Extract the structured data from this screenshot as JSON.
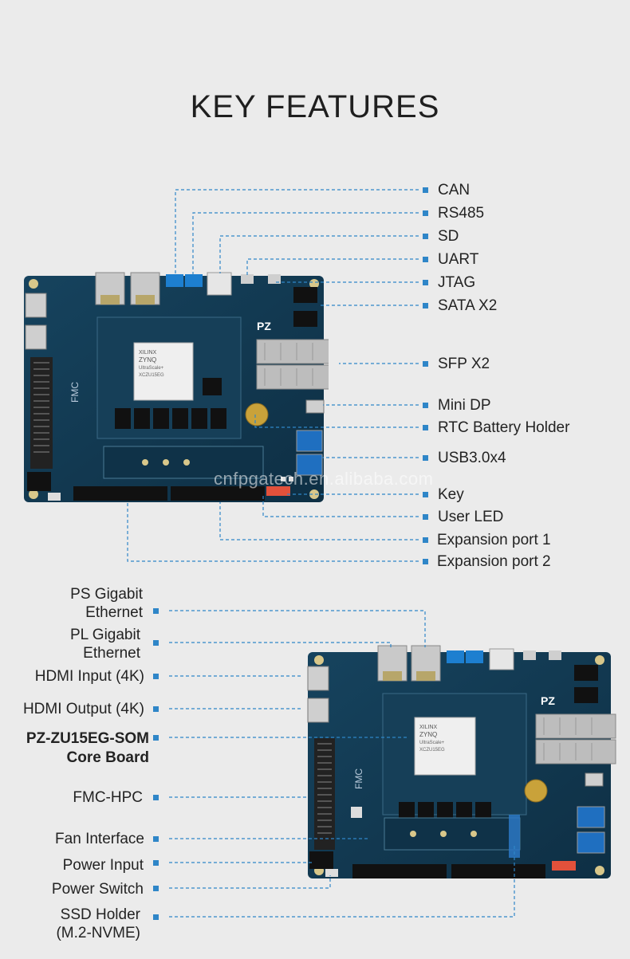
{
  "title": "KEY FEATURES",
  "watermark": "cnfpgatech.en.alibaba.com",
  "colors": {
    "accent": "#2f86c8",
    "pcb": "#123a52",
    "background": "#ebebeb"
  },
  "top_board": {
    "labels": [
      "CAN",
      "RS485",
      "SD",
      "UART",
      "JTAG",
      "SATA X2",
      "SFP X2",
      "Mini DP",
      "RTC Battery Holder",
      "USB3.0x4",
      "Key",
      "User LED",
      "Expansion port 1",
      "Expansion port 2"
    ],
    "chip_text": [
      "XILINX",
      "ZYNQ",
      "UltraScale+",
      "XCZU15EG"
    ],
    "logo_text": "PZ",
    "fmc_text": "FMC"
  },
  "bottom_board": {
    "labels": [
      [
        "PS Gigabit",
        "Ethernet"
      ],
      [
        "PL Gigabit",
        "Ethernet"
      ],
      [
        "HDMI Input (4K)"
      ],
      [
        "HDMI Output (4K)"
      ],
      [
        "PZ-ZU15EG-SOM",
        "Core Board"
      ],
      [
        "FMC-HPC"
      ],
      [
        "Fan Interface"
      ],
      [
        "Power Input"
      ],
      [
        "Power Switch"
      ],
      [
        "SSD Holder",
        "(M.2-NVME)"
      ]
    ],
    "chip_text": [
      "XILINX",
      "ZYNQ",
      "UltraScale+",
      "XCZU15EG"
    ],
    "logo_text": "PZ",
    "fmc_text": "FMC"
  }
}
